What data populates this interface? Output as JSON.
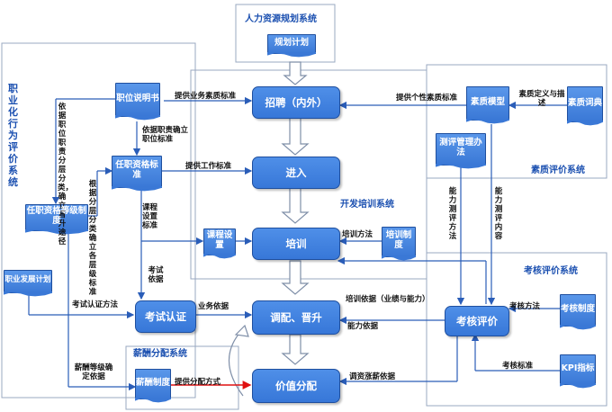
{
  "systems": {
    "hr_planning": "人力资源规划系统",
    "career": "职业化行为评价系统",
    "competency": "素质评价系统",
    "development": "开发培训系统",
    "appraisal": "考核评价系统",
    "salary": "薪酬分配系统"
  },
  "process_boxes": {
    "recruit": "招聘（内外）",
    "entry": "进入",
    "training": "培训",
    "transfer": "调配、晋升",
    "value_distribution": "价值分配",
    "exam_certification": "考试认证",
    "appraisal": "考核评价"
  },
  "documents": {
    "plan": "规划计划",
    "job_description": "职位说明书",
    "qualification_standard": "任职资格标准",
    "qualification_grade": "任职资格等级制度",
    "career_plan": "职业发展计划",
    "course_setting": "课程设置",
    "training_system": "培训制度",
    "salary_system": "薪酬制度",
    "competency_model": "素质模型",
    "competency_dictionary": "素质词典",
    "assessment_method": "测评管理办法",
    "appraisal_system": "考核制度",
    "kpi": "KPI指标"
  },
  "labels": {
    "business_quality_std": "提供业务素质标准",
    "personal_quality_std": "提供个性素质标准",
    "quality_def": "素质定义与描述",
    "job_duty_std": "依据职责确立职位标准",
    "work_std": "提供工作标准",
    "career_basis": "依据职位职责分层分类，确立晋升途径",
    "tier_std": "根据分层分类确立各层级标准",
    "course_std": "课程设置标准",
    "training_method": "培训方法",
    "exam_basis": "考试依据",
    "exam_method": "考试认证方法",
    "business_basis": "业务依据",
    "training_basis": "培训依据（业绩与能力）",
    "ability_basis": "能力依据",
    "ability_eval_method": "能力测评方法",
    "ability_eval_content": "能力测评内容",
    "appraisal_method": "考核方法",
    "appraisal_std": "考核标准",
    "salary_grade_basis": "薪酬等级确定依据",
    "distribution_method": "提供分配方式",
    "salary_adjust_basis": "调资涨薪依据"
  }
}
